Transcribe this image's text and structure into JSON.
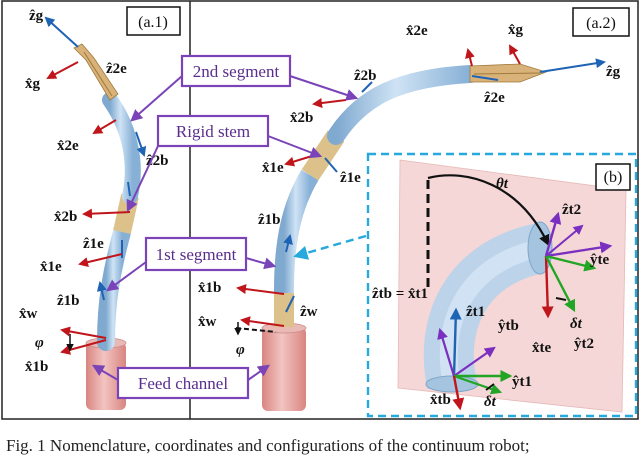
{
  "panels": {
    "a1": "(a.1)",
    "a2": "(a.2)",
    "b": "(b)"
  },
  "callouts": {
    "second_segment": "2nd segment",
    "rigid_stem": "Rigid stem",
    "first_segment": "1st segment",
    "feed_channel": "Feed channel"
  },
  "frame_labels": {
    "a1": {
      "z_g": "ẑg",
      "x_g": "x̂g",
      "z_2e": "ẑ2e",
      "x_2e": "x̂2e",
      "z_2b": "ẑ2b",
      "x_2b": "x̂2b",
      "z_1e": "ẑ1e",
      "x_1e": "x̂1e",
      "z_1b": "ẑ1b",
      "x_w": "x̂w",
      "phi": "φ",
      "x_1b": "x̂1b"
    },
    "a2": {
      "x_2e": "x̂2e",
      "x_g": "x̂g",
      "z_g": "ẑg",
      "z_2e": "ẑ2e",
      "z_2b": "ẑ2b",
      "x_2b": "x̂2b",
      "z_1e": "ẑ1e",
      "x_1e": "x̂1e",
      "z_1b": "ẑ1b",
      "x_1b": "x̂1b",
      "z_w": "ẑw",
      "x_w": "x̂w",
      "phi": "φ"
    },
    "b": {
      "theta_t": "θt",
      "z_t2": "ẑt2",
      "y_te": "ŷte",
      "z_tb_eq": "ẑtb = x̂t1",
      "z_t1": "ẑt1",
      "y_tb": "ŷtb",
      "delta_t_1": "δt",
      "x_te": "x̂te",
      "y_t2": "ŷt2",
      "y_t1": "ŷt1",
      "x_tb": "x̂tb",
      "delta_t_2": "δt"
    }
  },
  "caption": "Fig. 1 Nomenclature, coordinates and configurations of the  continuum robot;",
  "colors": {
    "segment_blue": "#a9cbe8",
    "stem_tan": "#dcc18a",
    "feed_pink": "#e8aaa7",
    "callout_purple": "#7a44b8",
    "axis_red": "#c0161b",
    "axis_blue": "#1f63b4",
    "axis_green": "#22a524",
    "axis_purple": "#7a2fc0",
    "dashed_cyan": "#27a9dd",
    "plane_pink": "#f4d7d6"
  }
}
